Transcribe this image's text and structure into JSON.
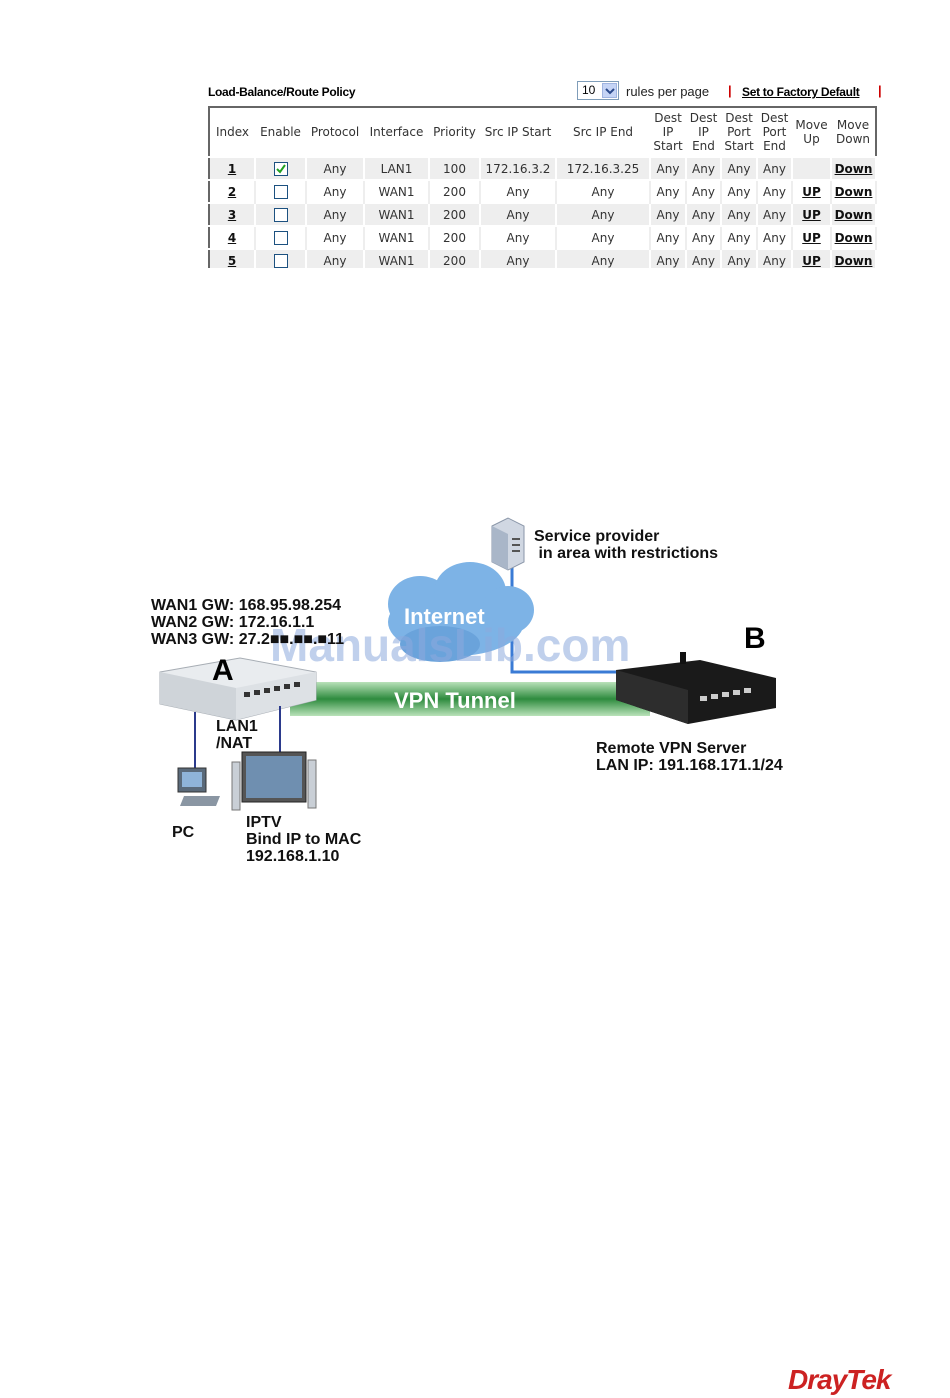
{
  "policy": {
    "title": "Load-Balance/Route Policy",
    "rules_per_page_value": "10",
    "rules_per_page_label": "rules per page",
    "separator": "|",
    "factory_default_label": "Set to Factory Default",
    "columns": [
      "Index",
      "Enable",
      "Protocol",
      "Interface",
      "Priority",
      "Src IP Start",
      "Src IP End",
      "Dest IP Start",
      "Dest IP End",
      "Dest Port Start",
      "Dest Port End",
      "Move Up",
      "Move Down"
    ],
    "rows": [
      {
        "index": "1",
        "enabled": true,
        "protocol": "Any",
        "interface": "LAN1",
        "priority": "100",
        "src_start": "172.16.3.2",
        "src_end": "172.16.3.25",
        "dst_ip_start": "Any",
        "dst_ip_end": "Any",
        "dst_port_start": "Any",
        "dst_port_end": "Any",
        "up": "",
        "down": "Down"
      },
      {
        "index": "2",
        "enabled": false,
        "protocol": "Any",
        "interface": "WAN1",
        "priority": "200",
        "src_start": "Any",
        "src_end": "Any",
        "dst_ip_start": "Any",
        "dst_ip_end": "Any",
        "dst_port_start": "Any",
        "dst_port_end": "Any",
        "up": "UP",
        "down": "Down"
      },
      {
        "index": "3",
        "enabled": false,
        "protocol": "Any",
        "interface": "WAN1",
        "priority": "200",
        "src_start": "Any",
        "src_end": "Any",
        "dst_ip_start": "Any",
        "dst_ip_end": "Any",
        "dst_port_start": "Any",
        "dst_port_end": "Any",
        "up": "UP",
        "down": "Down"
      },
      {
        "index": "4",
        "enabled": false,
        "protocol": "Any",
        "interface": "WAN1",
        "priority": "200",
        "src_start": "Any",
        "src_end": "Any",
        "dst_ip_start": "Any",
        "dst_ip_end": "Any",
        "dst_port_start": "Any",
        "dst_port_end": "Any",
        "up": "UP",
        "down": "Down"
      },
      {
        "index": "5",
        "enabled": false,
        "protocol": "Any",
        "interface": "WAN1",
        "priority": "200",
        "src_start": "Any",
        "src_end": "Any",
        "dst_ip_start": "Any",
        "dst_ip_end": "Any",
        "dst_port_start": "Any",
        "dst_port_end": "Any",
        "up": "UP",
        "down": "Down"
      }
    ]
  },
  "diagram": {
    "service_provider": "Service provider\n in area with restrictions",
    "internet": "Internet",
    "wan_gateways": "WAN1 GW: 168.95.98.254\nWAN2 GW: 172.16.1.1\nWAN3 GW: 27.2■■.■■.■11",
    "label_a": "A",
    "label_b": "B",
    "vpn_tunnel": "VPN Tunnel",
    "lan_nat": "LAN1\n/NAT",
    "pc": "PC",
    "iptv": "IPTV\nBind IP to MAC\n192.168.1.10",
    "remote_vpn": "Remote VPN Server\nLAN IP: 191.168.171.1/24"
  },
  "watermark": "ManualsLib.com",
  "brand": "DrayTek",
  "colors": {
    "tunnel_green": "#2e8b3e",
    "cloud_blue": "#7db3e6",
    "brand_red": "#cc2222",
    "link_red": "#cc0000"
  }
}
